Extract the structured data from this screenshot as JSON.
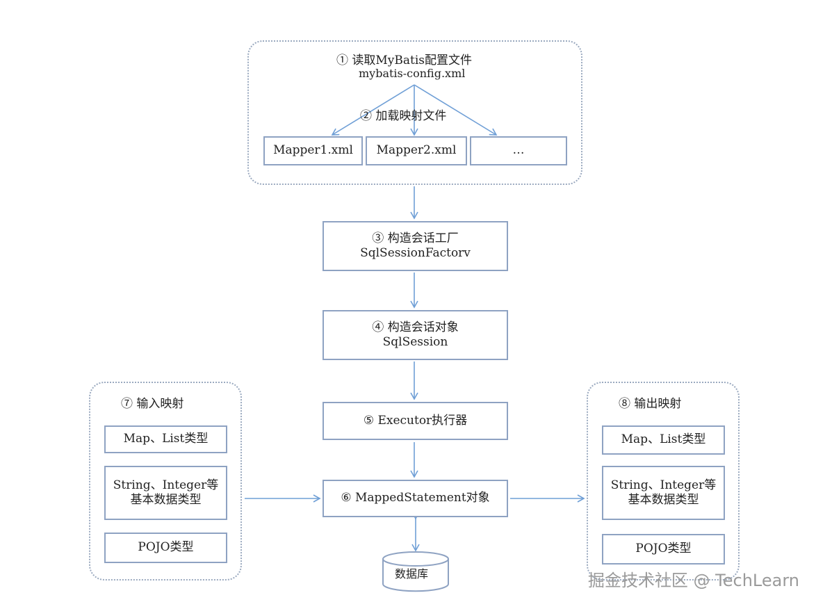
{
  "step1": {
    "title": "① 读取MyBatis配置文件",
    "file": "mybatis-config.xml"
  },
  "step2": {
    "title": "② 加载映射文件",
    "files": [
      "Mapper1.xml",
      "Mapper2.xml",
      "…"
    ]
  },
  "step3": {
    "title": "③ 构造会话工厂",
    "name": "SqlSessionFactorv"
  },
  "step4": {
    "title": "④ 构造会话对象",
    "name": "SqlSession"
  },
  "step5": {
    "title": "⑤ Executor执行器"
  },
  "step6": {
    "title": "⑥ MappedStatement对象"
  },
  "database": {
    "label": "数据库"
  },
  "input_mapping": {
    "title": "⑦ 输入映射",
    "items": [
      {
        "line1": "Map、List类型",
        "line2": ""
      },
      {
        "line1": "String、Integer等",
        "line2": "基本数据类型"
      },
      {
        "line1": "POJO类型",
        "line2": ""
      }
    ]
  },
  "output_mapping": {
    "title": "⑧ 输出映射",
    "items": [
      {
        "line1": "Map、List类型",
        "line2": ""
      },
      {
        "line1": "String、Integer等",
        "line2": "基本数据类型"
      },
      {
        "line1": "POJO类型",
        "line2": ""
      }
    ]
  },
  "watermark": "掘金技术社区 @ TechLearn",
  "colors": {
    "line": "#6f9fd6",
    "border": "#8ea2c2",
    "dotted": "#9aa9bf"
  }
}
